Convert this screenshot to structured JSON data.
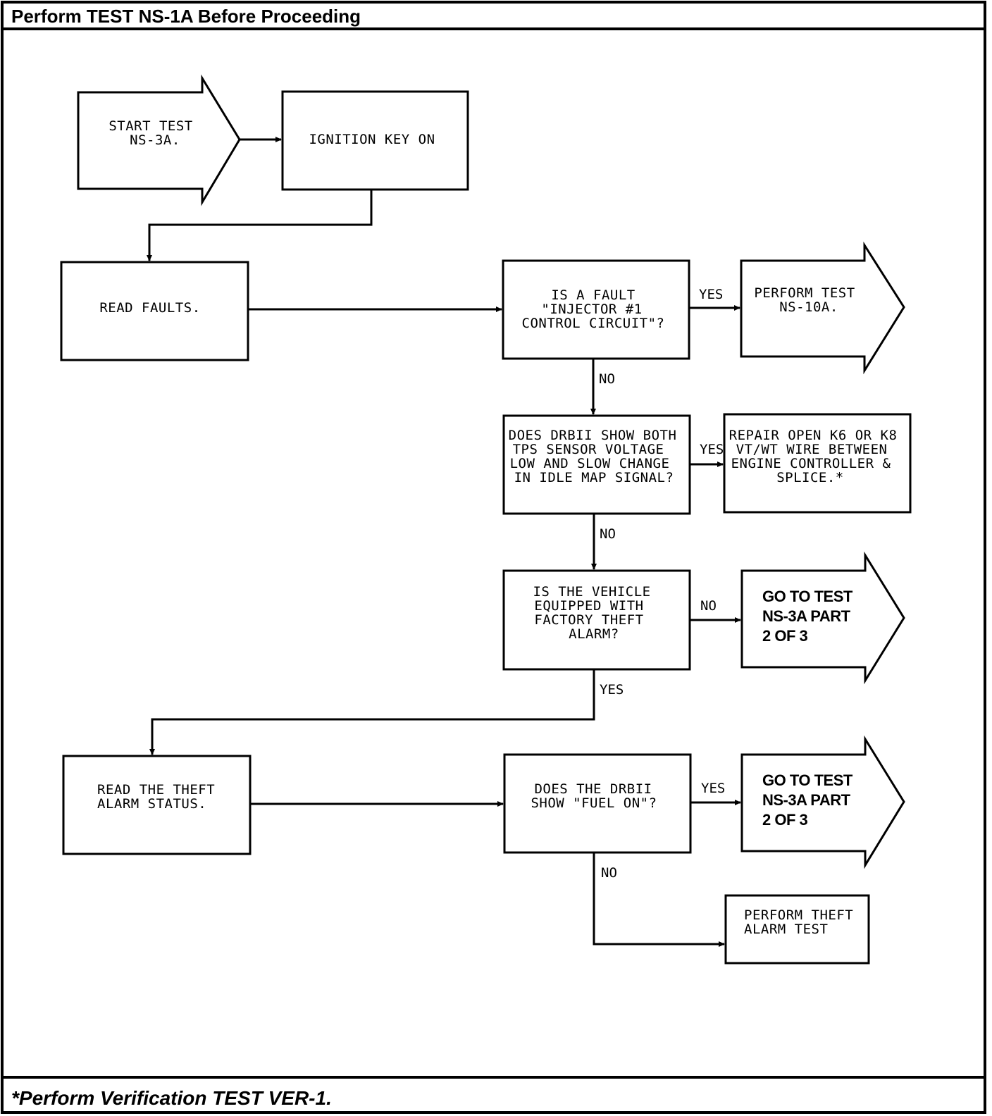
{
  "header": {
    "title": "Perform TEST NS-1A Before Proceeding"
  },
  "footer": {
    "note": "*Perform Verification TEST VER-1."
  },
  "nodes": {
    "start": {
      "lines": [
        "START TEST",
        "NS-3A."
      ]
    },
    "ignition": {
      "lines": [
        "IGNITION KEY ON"
      ]
    },
    "read_faults": {
      "lines": [
        "READ FAULTS."
      ]
    },
    "q_injector": {
      "lines": [
        "IS A FAULT",
        "\"INJECTOR #1",
        "CONTROL CIRCUIT\"?"
      ]
    },
    "perform_ns10a": {
      "lines": [
        "PERFORM TEST",
        "NS-10A."
      ]
    },
    "q_tps": {
      "lines": [
        "DOES DRBII SHOW BOTH",
        "TPS SENSOR VOLTAGE",
        "LOW AND SLOW CHANGE",
        "IN IDLE MAP SIGNAL?"
      ]
    },
    "repair_open": {
      "lines": [
        "REPAIR OPEN K6 OR K8",
        "VT/WT WIRE BETWEEN",
        "ENGINE CONTROLLER &",
        "SPLICE.*"
      ]
    },
    "q_theft_equipped": {
      "lines": [
        "IS THE VEHICLE",
        "EQUIPPED WITH",
        "FACTORY THEFT",
        "ALARM?"
      ]
    },
    "goto_part2_a": {
      "lines": [
        "GO TO TEST",
        "NS-3A PART",
        "2 OF 3"
      ]
    },
    "read_theft": {
      "lines": [
        "READ THE THEFT",
        "ALARM STATUS."
      ]
    },
    "q_fuel_on": {
      "lines": [
        "DOES THE DRBII",
        "SHOW \"FUEL ON\"?"
      ]
    },
    "goto_part2_b": {
      "lines": [
        "GO TO TEST",
        "NS-3A PART",
        "2 OF 3"
      ]
    },
    "perform_theft": {
      "lines": [
        "PERFORM THEFT",
        "ALARM TEST"
      ]
    }
  },
  "edge_labels": {
    "injector_yes": "YES",
    "injector_no": "NO",
    "tps_yes": "YES",
    "tps_no": "NO",
    "theft_no": "NO",
    "theft_yes": "YES",
    "fuel_yes": "YES",
    "fuel_no": "NO"
  }
}
